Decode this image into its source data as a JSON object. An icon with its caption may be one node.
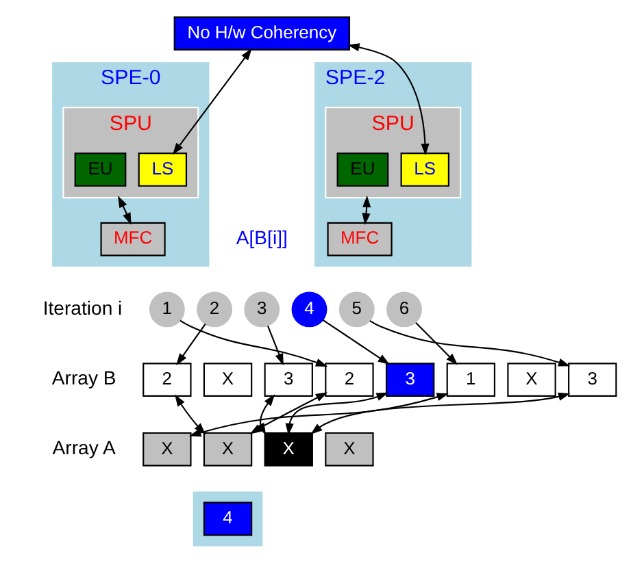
{
  "diagram": {
    "nodes": [
      {
        "text": [
          "SPE-0"
        ]
      },
      {
        "text": [
          "SPU"
        ],
        "in": 0
      },
      {
        "text": [
          "EU"
        ],
        "in": 1
      },
      {
        "text": [
          "LS"
        ],
        "in": 1
      },
      {
        "text": [
          "MFC"
        ],
        "in": 0
      },
      {
        "text": [
          "No H/w Coherency"
        ]
      },
      {
        "text": [
          "SPE-2"
        ]
      },
      {
        "text": [
          "SPU"
        ],
        "in": 6
      },
      {
        "text": [
          "EU"
        ],
        "in": 7
      },
      {
        "text": [
          "LS"
        ],
        "in": 7
      },
      {
        "text": [
          "MFC"
        ],
        "in": 6
      },
      {
        "text": [
          "1"
        ]
      },
      {
        "text": [
          "2"
        ]
      },
      {
        "text": [
          "3"
        ]
      },
      {
        "text": [
          "4"
        ]
      },
      {
        "text": [
          "5"
        ]
      },
      {
        "text": [
          "6"
        ]
      },
      {
        "text": [
          "2"
        ]
      },
      {
        "text": [
          "X"
        ]
      },
      {
        "text": [
          "3"
        ]
      },
      {
        "text": [
          "2"
        ]
      },
      {
        "text": [
          "3"
        ]
      },
      {
        "text": [
          "1"
        ]
      },
      {
        "text": [
          "X"
        ]
      },
      {
        "text": [
          "3"
        ]
      },
      {
        "text": [
          "X"
        ]
      },
      {
        "text": [
          "X"
        ]
      },
      {
        "text": [
          "X"
        ]
      },
      {
        "text": [
          "X"
        ]
      },
      {
        "text": [],
        "shape": "box"
      },
      {
        "text": [
          "4"
        ],
        "in": 29
      }
    ],
    "edges": [
      {
        "from": 3,
        "to": 5,
        "arrow": "both"
      },
      {
        "from": 1,
        "to": 4,
        "arrow": "both"
      },
      {
        "from": 9,
        "to": 5,
        "arrow": "both"
      },
      {
        "from": 7,
        "to": 10,
        "arrow": "both"
      },
      {
        "from": 11,
        "to": 20,
        "arrow": "to"
      },
      {
        "from": 12,
        "to": 17,
        "arrow": "to"
      },
      {
        "from": 13,
        "to": 19,
        "arrow": "to"
      },
      {
        "from": 14,
        "to": 21,
        "arrow": "to"
      },
      {
        "from": 15,
        "to": 24,
        "arrow": "to"
      },
      {
        "from": 16,
        "to": 22,
        "arrow": "to"
      },
      {
        "from": 17,
        "to": 26,
        "arrow": "both"
      },
      {
        "from": 19,
        "to": 27,
        "arrow": "both"
      },
      {
        "from": 20,
        "to": 26,
        "arrow": "both"
      },
      {
        "from": 21,
        "to": 27,
        "arrow": "both"
      },
      {
        "from": 22,
        "to": 25,
        "arrow": "both"
      },
      {
        "from": 24,
        "to": 27,
        "arrow": "both"
      }
    ],
    "labels": [
      "A[B[i]]",
      "Iteration i",
      "Array B",
      "Array A"
    ]
  }
}
